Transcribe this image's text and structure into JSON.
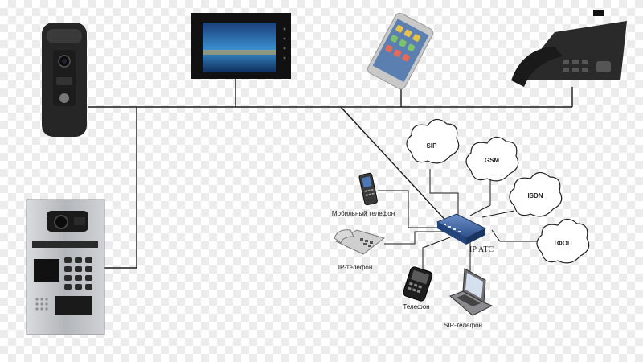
{
  "diagram": {
    "colors": {
      "line": "#1a1a1a",
      "cloud_fill": "#ffffff",
      "device_dark": "#2b2b2b",
      "panel_metal": "#b9bcc0",
      "screen_blue": "#2a6fb5",
      "switch_blue": "#3a66a8"
    },
    "devices": {
      "doorbell_camera": {
        "icon": "door-camera-icon"
      },
      "monitor": {
        "icon": "video-monitor-icon"
      },
      "smartphone": {
        "icon": "smartphone-icon"
      },
      "desk_phone": {
        "icon": "ip-desk-phone-icon"
      },
      "intercom_panel": {
        "icon": "intercom-panel-icon"
      }
    },
    "network": {
      "switch_label": "IP АТС",
      "clients": [
        {
          "id": "mobile",
          "label": "Мобильный телефон",
          "icon": "mobile-phone-icon"
        },
        {
          "id": "ip_phone",
          "label": "IP-телефон",
          "icon": "ip-phone-icon"
        },
        {
          "id": "phone",
          "label": "Телефон",
          "icon": "phone-icon"
        },
        {
          "id": "sip_phone",
          "label": "SIP-телефон",
          "icon": "laptop-icon"
        }
      ],
      "clouds": [
        {
          "id": "sip",
          "label": "SIP"
        },
        {
          "id": "gsm",
          "label": "GSM"
        },
        {
          "id": "isdn",
          "label": "ISDN"
        },
        {
          "id": "pstn",
          "label": "ТФОП"
        }
      ]
    }
  }
}
